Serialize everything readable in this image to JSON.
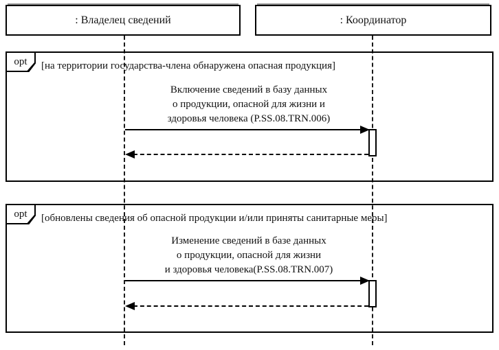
{
  "diagram": {
    "type": "uml-sequence-diagram",
    "actors": [
      {
        "name": ": Владелец сведений"
      },
      {
        "name": ": Координатор"
      }
    ],
    "fragments": [
      {
        "operator": "opt",
        "guard": "[на территории государства-члена обнаружена опасная продукция]",
        "message": {
          "from": ": Владелец сведений",
          "to": ": Координатор",
          "lines": [
            "Включение сведений в базу данных",
            "о продукции, опасной для жизни и",
            "здоровья человека (P.SS.08.TRN.006)"
          ],
          "arrow_style": "solid-filled-head"
        },
        "return_message": {
          "arrow_style": "dashed-filled-head",
          "label": ""
        }
      },
      {
        "operator": "opt",
        "guard": "[обновлены сведения об опасной продукции и/или приняты санитарные меры]",
        "message": {
          "from": ": Владелец сведений",
          "to": ": Координатор",
          "lines": [
            "Изменение сведений в базе данных",
            "о продукции, опасной для жизни",
            "и здоровья человека(P.SS.08.TRN.007)"
          ],
          "arrow_style": "solid-filled-head"
        },
        "return_message": {
          "arrow_style": "dashed-filled-head",
          "label": ""
        }
      }
    ],
    "colors": {
      "line": "#000000",
      "background": "#ffffff",
      "box_shadow": "#8f8f8f"
    }
  }
}
